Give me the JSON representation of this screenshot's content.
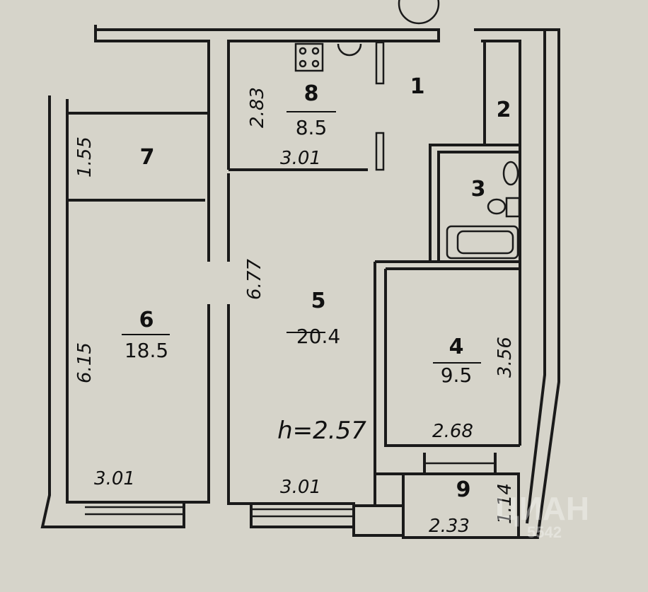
{
  "rooms": [
    {
      "id": "1",
      "area": null
    },
    {
      "id": "2",
      "area": null
    },
    {
      "id": "3",
      "area": null
    },
    {
      "id": "4",
      "area": "9.5",
      "dims": [
        "3.56",
        "2.68"
      ]
    },
    {
      "id": "5",
      "area": "20.4",
      "dims": [
        "6.77",
        "3.01"
      ]
    },
    {
      "id": "6",
      "area": "18.5",
      "dims": [
        "6.15",
        "3.01"
      ]
    },
    {
      "id": "7",
      "area": null,
      "dims": [
        "1.55"
      ]
    },
    {
      "id": "8",
      "area": "8.5",
      "dims": [
        "2.83",
        "3.01"
      ]
    },
    {
      "id": "9",
      "area": null,
      "dims": [
        "1.14",
        "2.33"
      ]
    }
  ],
  "ceiling_height": "h=2.57",
  "watermark": {
    "brand": "ЦИАН",
    "id": "5542"
  }
}
